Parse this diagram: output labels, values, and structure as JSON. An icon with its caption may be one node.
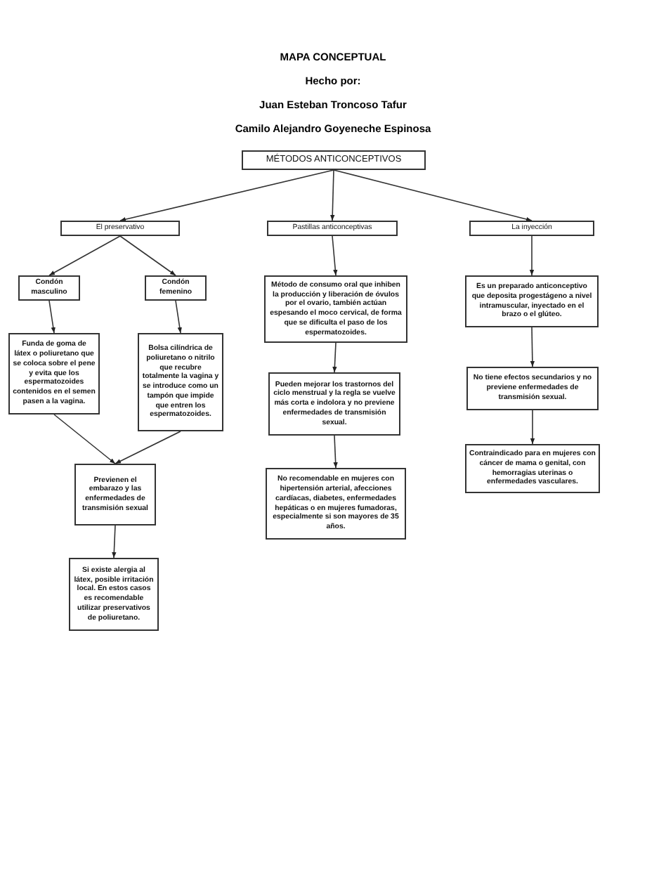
{
  "diagram": {
    "title": "MAPA CONCEPTUAL",
    "labels": [
      "Hecho por:",
      "Juan Esteban Troncoso Tafur",
      "Camilo Alejandro Goyeneche Espinosa"
    ],
    "nodes": [
      {
        "text": [
          "MÉTODOS ANTICONCEPTIVOS"
        ]
      },
      {
        "text": [
          "El preservativo"
        ]
      },
      {
        "text": [
          "Pastillas anticonceptivas"
        ]
      },
      {
        "text": [
          "La inyección"
        ]
      },
      {
        "text": [
          "Condón masculino"
        ]
      },
      {
        "text": [
          "Condón femenino"
        ]
      },
      {
        "text": [
          "Funda de goma de látex o poliuretano que se coloca sobre el pene y evita que los espermatozoides contenidos en el semen pasen a la vagina."
        ]
      },
      {
        "text": [
          "Bolsa cilíndrica de poliuretano o nitrilo que recubre totalmente la vagina y se introduce como un tampón que impide que entren los espermatozoides."
        ]
      },
      {
        "text": [
          "Previenen el embarazo y las enfermedades de transmisión sexual"
        ]
      },
      {
        "text": [
          "Si existe alergia al látex, posible irritación local. En estos casos es recomendable utilizar preservativos de poliuretano."
        ]
      },
      {
        "text": [
          "Método de consumo oral que inhiben la producción y liberación de óvulos por el ovario, también actúan espesando el moco cervical, de forma que se dificulta el paso de los espermatozoides."
        ]
      },
      {
        "text": [
          "Pueden mejorar los trastornos del ciclo menstrual y la regla se vuelve más corta e indolora y no previene enfermedades de transmisión sexual."
        ]
      },
      {
        "text": [
          "No recomendable en mujeres con hipertensión arterial, afecciones cardíacas, diabetes, enfermedades hepáticas o en mujeres fumadoras, especialmente si son mayores de 35 años."
        ]
      },
      {
        "text": [
          "Es un preparado anticonceptivo que deposita progestágeno a nivel intramuscular, inyectado en el brazo o el glúteo."
        ]
      },
      {
        "text": [
          "No tiene efectos secundarios y no previene enfermedades de transmisión sexual."
        ]
      },
      {
        "text": [
          "Contraindicado para en mujeres con cáncer de mama o genital, con hemorragias uterinas o enfermedades vasculares."
        ]
      }
    ],
    "edges": [
      {
        "from": 0,
        "to": 1,
        "arrow": "to"
      },
      {
        "from": 0,
        "to": 2,
        "arrow": "to"
      },
      {
        "from": 0,
        "to": 3,
        "arrow": "to"
      },
      {
        "from": 1,
        "to": 4,
        "arrow": "to"
      },
      {
        "from": 1,
        "to": 5,
        "arrow": "to"
      },
      {
        "from": 4,
        "to": 6,
        "arrow": "to"
      },
      {
        "from": 5,
        "to": 7,
        "arrow": "to"
      },
      {
        "from": 6,
        "to": 8,
        "arrow": "to"
      },
      {
        "from": 7,
        "to": 8,
        "arrow": "to"
      },
      {
        "from": 8,
        "to": 9,
        "arrow": "to"
      },
      {
        "from": 2,
        "to": 10,
        "arrow": "to"
      },
      {
        "from": 10,
        "to": 11,
        "arrow": "to"
      },
      {
        "from": 11,
        "to": 12,
        "arrow": "to"
      },
      {
        "from": 3,
        "to": 13,
        "arrow": "to"
      },
      {
        "from": 13,
        "to": 14,
        "arrow": "to"
      },
      {
        "from": 14,
        "to": 15,
        "arrow": "to"
      }
    ]
  }
}
